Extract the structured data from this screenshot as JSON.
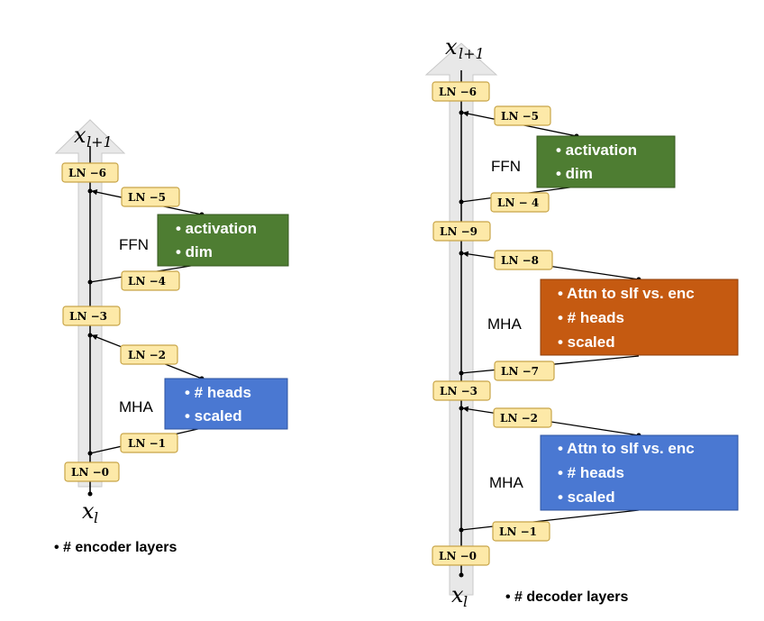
{
  "encoder": {
    "top_label": {
      "base": "x",
      "sub": "l+1"
    },
    "bottom_label": {
      "base": "x",
      "sub": "l"
    },
    "ln": [
      "LN −0",
      "LN −1",
      "LN −2",
      "LN −3",
      "LN −4",
      "LN −5",
      "LN −6"
    ],
    "mha_label": "MHA",
    "ffn_label": "FFN",
    "mha_items": [
      "• # heads",
      "• scaled"
    ],
    "ffn_items": [
      "• activation",
      "• dim"
    ],
    "footer": "•   # encoder layers"
  },
  "decoder": {
    "top_label": {
      "base": "x",
      "sub": "l+1"
    },
    "bottom_label": {
      "base": "x",
      "sub": "l"
    },
    "ln": [
      "LN −0",
      "LN −1",
      "LN −2",
      "LN −3",
      "LN −7",
      "LN −8",
      "LN −9",
      "LN − 4",
      "LN −5",
      "LN −6"
    ],
    "mha1_label": "MHA",
    "mha2_label": "MHA",
    "ffn_label": "FFN",
    "mha1_items": [
      "• Attn to slf vs. enc",
      "• # heads",
      "• scaled"
    ],
    "mha2_items": [
      "• Attn to slf vs. enc",
      "• # heads",
      "• scaled"
    ],
    "ffn_items": [
      "• activation",
      "• dim"
    ],
    "footer": "•   # decoder layers"
  },
  "colors": {
    "ln_fill": "#fde9a8",
    "ln_stroke": "#c8a548",
    "mha_blue": "#4a78d2",
    "ffn_green": "#4e7d32",
    "mha_orange": "#c55a11",
    "arrow_gray": "#e8e8e8"
  }
}
